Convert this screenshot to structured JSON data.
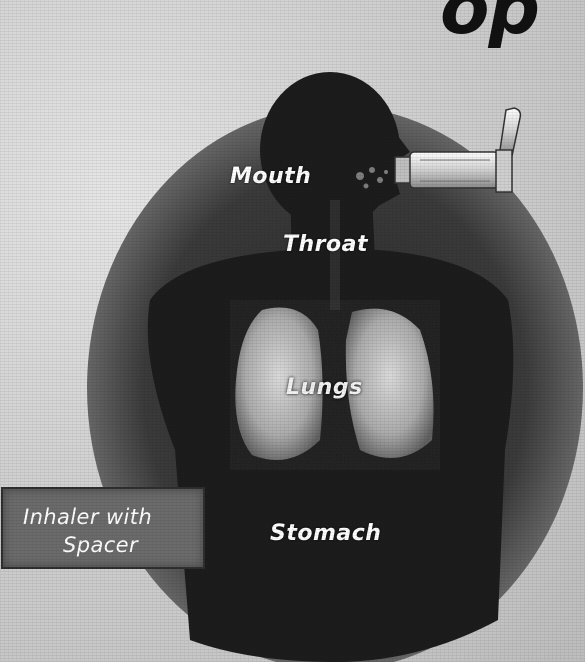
{
  "labels": {
    "mouth": "Mouth",
    "throat": "Throat",
    "lungs": "Lungs",
    "stomach": "Stomach"
  },
  "inhaler_box": {
    "line1": "Inhaler with",
    "line2": "Spacer"
  },
  "title_fragment": "op",
  "colors": {
    "oval": "#555555",
    "silhouette": "#1e1e1e",
    "lungs": "#bdbdbd",
    "label": "#ffffff",
    "box": "#6b6b6b"
  },
  "icons": [
    "inhaler-icon",
    "body-silhouette",
    "lungs-shape"
  ]
}
